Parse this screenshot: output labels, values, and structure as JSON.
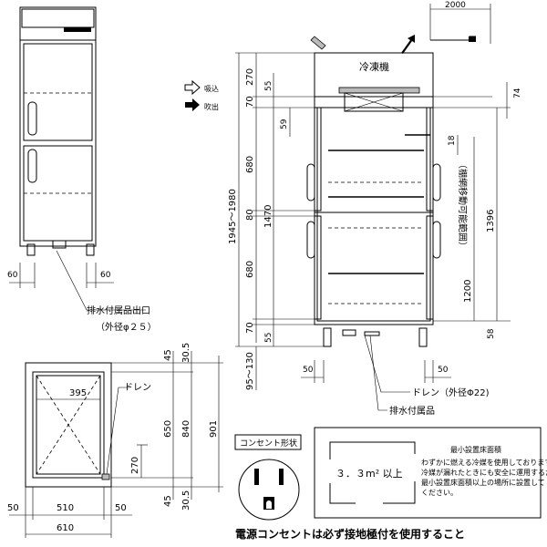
{
  "legend": {
    "intake": "吸込",
    "exhaust": "吹出"
  },
  "compressor_label": "冷凍機",
  "dims": {
    "top_2000": "2000",
    "d270": "270",
    "d55_top": "55",
    "d70_top": "70",
    "d59": "59",
    "d74": "74",
    "d680_a": "680",
    "d1470": "1470",
    "d1945": "1945～1980",
    "d80": "80",
    "d680_b": "680",
    "d70_bot": "70",
    "d55_bot": "55",
    "d95": "95～130",
    "d18": "18",
    "d1396": "1396",
    "d1200": "1200",
    "d58": "58",
    "shelf_range": "（棚網移動可能範囲）",
    "d50_l": "50",
    "d50_r": "50",
    "front_60_l": "60",
    "front_60_r": "60",
    "p45_top": "45",
    "p30_5_top": "30.5",
    "p395": "395",
    "p650": "650",
    "p840": "840",
    "p901": "901",
    "p270": "270",
    "p45_bot": "45",
    "p30_5_bot": "30.5",
    "p50_l": "50",
    "p510": "510",
    "p50_r": "50",
    "p610": "610"
  },
  "labels": {
    "drain_outlet": "排水付属品出口",
    "drain_outer_dia": "（外径φ２５）",
    "drain_plan": "ドレン",
    "drain_side": "ドレン（外径Φ22)",
    "drain_accessory": "排水付属品",
    "outlet_type": "コンセント形状",
    "min_area_title": "最小設置床面積",
    "min_area_value": "３．３m²  以上",
    "min_area_note_1": "わずかに燃える冷媒を使用しております。",
    "min_area_note_2": "冷媒が漏れたときにも安全に運用するために",
    "min_area_note_3": "最小設置床面積以上の場所に設置して",
    "min_area_note_4": "ください。",
    "ground_note": "電源コンセントは必ず接地極付を使用すること"
  }
}
